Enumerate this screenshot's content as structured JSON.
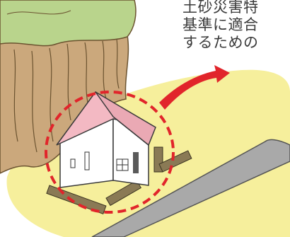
{
  "caption": {
    "lines": [
      "土砂災害特",
      "基準に適合",
      "するための"
    ]
  },
  "colors": {
    "ground": "#f6ef9c",
    "cliff": "#cba87c",
    "cliff_top": "#b9d48c",
    "road": "#a9a9a9",
    "house_wall": "#ffffff",
    "house_roof": "#f3b9c3",
    "hedge": "#8a7a55",
    "warning_red": "#e1252b"
  },
  "icons": [
    "cliff",
    "house",
    "relocation-arrow",
    "dashed-danger-circle",
    "road",
    "hedge"
  ]
}
